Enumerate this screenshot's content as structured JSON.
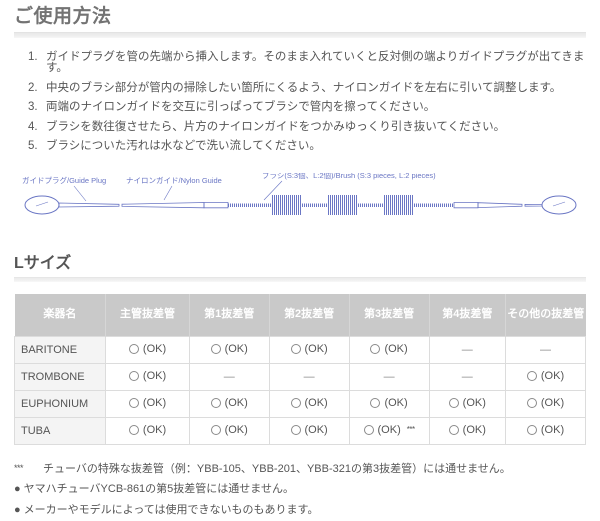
{
  "section": {
    "title": "ご使用方法"
  },
  "steps": [
    {
      "num": "1.",
      "text": "ガイドプラグを管の先端から挿入します。そのまま入れていくと反対側の端よりガイドプラグが出てきます。"
    },
    {
      "num": "2.",
      "text": "中央のブラシ部分が管内の掃除したい箇所にくるよう、ナイロンガイドを左右に引いて調整します。"
    },
    {
      "num": "3.",
      "text": "両端のナイロンガイドを交互に引っぱってブラシで管内を擦ってください。"
    },
    {
      "num": "4.",
      "text": "ブラシを数往復させたら、片方のナイロンガイドをつかみゆっくり引き抜いてください。"
    },
    {
      "num": "5.",
      "text": "ブラシについた汚れは水などで洗い流してください。"
    }
  ],
  "diagram": {
    "labels": {
      "guide_plug": "ガイドプラグ/Guide Plug",
      "nylon_guide": "ナイロンガイド/Nylon Guide",
      "brush": "ブラシ(S:3個、L:2個)/Brush (S:3 pieces, L:2 pieces)"
    },
    "line_color": "#7b86c9",
    "brush_color": "#6a76c4"
  },
  "size_section": {
    "title": "Lサイズ"
  },
  "table": {
    "headers": [
      "楽器名",
      "主管抜差管",
      "第1抜差管",
      "第2抜差管",
      "第3抜差管",
      "第4抜差管",
      "その他の抜差管"
    ],
    "ok_label": "(OK)",
    "dash_label": "—",
    "star_label": "***",
    "rows": [
      {
        "name": "BARITONE",
        "cells": [
          {
            "type": "ok"
          },
          {
            "type": "ok"
          },
          {
            "type": "ok"
          },
          {
            "type": "ok"
          },
          {
            "type": "dash"
          },
          {
            "type": "dash"
          }
        ]
      },
      {
        "name": "TROMBONE",
        "cells": [
          {
            "type": "ok"
          },
          {
            "type": "dash"
          },
          {
            "type": "dash"
          },
          {
            "type": "dash"
          },
          {
            "type": "dash"
          },
          {
            "type": "ok"
          }
        ]
      },
      {
        "name": "EUPHONIUM",
        "cells": [
          {
            "type": "ok"
          },
          {
            "type": "ok"
          },
          {
            "type": "ok"
          },
          {
            "type": "ok"
          },
          {
            "type": "ok"
          },
          {
            "type": "ok"
          }
        ]
      },
      {
        "name": "TUBA",
        "cells": [
          {
            "type": "ok"
          },
          {
            "type": "ok"
          },
          {
            "type": "ok"
          },
          {
            "type": "ok",
            "star": true
          },
          {
            "type": "ok"
          },
          {
            "type": "ok"
          }
        ]
      }
    ]
  },
  "notes": [
    {
      "mark": "***",
      "mark_kind": "stars",
      "text": "チューバの特殊な抜差管（例：YBB-105、YBB-201、YBB-321の第3抜差管）には通せません。"
    },
    {
      "mark": "●",
      "mark_kind": "bullet",
      "text": "ヤマハチューバYCB-861の第5抜差管には通せません。"
    },
    {
      "mark": "●",
      "mark_kind": "bullet",
      "text": "メーカーやモデルによっては使用できないものもあります。"
    }
  ]
}
